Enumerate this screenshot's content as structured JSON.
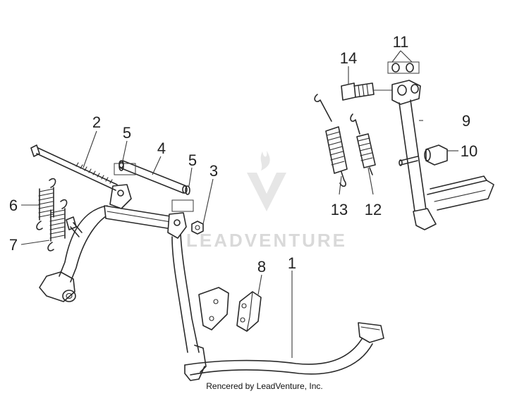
{
  "watermark": {
    "text": "LEADVENTURE"
  },
  "credit": "Rencered by LeadVenture, Inc.",
  "callouts": [
    "1",
    "2",
    "3",
    "4",
    "5",
    "5",
    "6",
    "7",
    "8",
    "9",
    "10",
    "11",
    "12",
    "13",
    "14"
  ],
  "colors": {
    "line": "#2a2a2a",
    "text": "#222222",
    "watermark": "#d9d9d9"
  }
}
